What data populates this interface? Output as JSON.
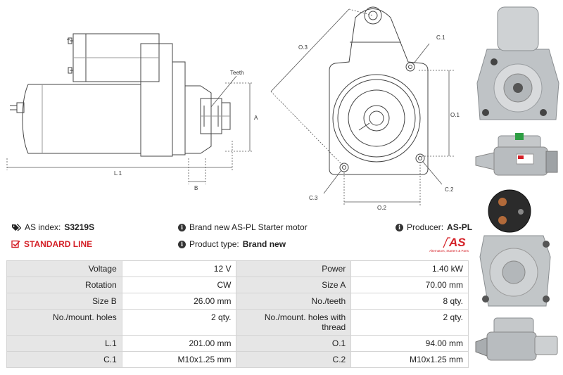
{
  "drawing_labels": {
    "teeth": "Teeth",
    "a": "A",
    "l1": "L.1",
    "b": "B",
    "o3": "O.3",
    "c1": "C.1",
    "o1": "O.1",
    "c3": "C.3",
    "c2": "C.2",
    "o2": "O.2"
  },
  "info": {
    "as_index_label": "AS index:",
    "as_index_value": "S3219S",
    "standard_line": "STANDARD LINE",
    "brand_text": "Brand new AS-PL Starter motor",
    "product_type_label": "Product type:",
    "product_type_value": "Brand new",
    "producer_label": "Producer:",
    "producer_value": "AS-PL"
  },
  "logo": {
    "mark": "AS",
    "tagline": "Alternators, Starters & Parts"
  },
  "specs": [
    {
      "label_a": "Voltage",
      "value_a": "12 V",
      "label_b": "Power",
      "value_b": "1.40 kW"
    },
    {
      "label_a": "Rotation",
      "value_a": "CW",
      "label_b": "Size A",
      "value_b": "70.00 mm"
    },
    {
      "label_a": "Size B",
      "value_a": "26.00 mm",
      "label_b": "No./teeth",
      "value_b": "8 qty."
    },
    {
      "label_a": "No./mount. holes",
      "value_a": "2 qty.",
      "label_b": "No./mount. holes with thread",
      "value_b": "2 qty."
    },
    {
      "label_a": "L.1",
      "value_a": "201.00 mm",
      "label_b": "O.1",
      "value_b": "94.00 mm"
    },
    {
      "label_a": "C.1",
      "value_a": "M10x1.25 mm",
      "label_b": "C.2",
      "value_b": "M10x1.25 mm"
    }
  ],
  "colors": {
    "accent_red": "#d42027",
    "label_cell_bg": "#e6e6e6",
    "border": "#d4d4d4"
  }
}
